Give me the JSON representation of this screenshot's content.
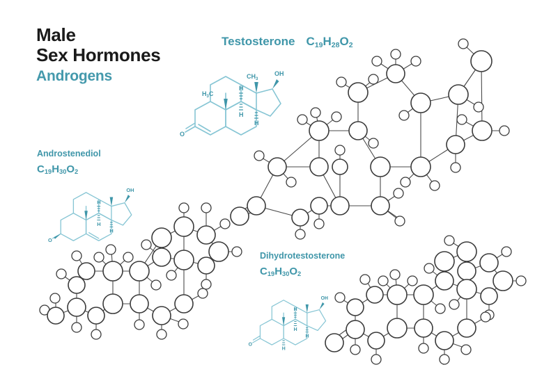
{
  "page": {
    "background_color": "#ffffff",
    "accent_color": "#3f96a9",
    "accent_light_color": "#86c5d4",
    "title_color": "#1a1a1a",
    "atom_outline_color": "#3a3a3a"
  },
  "title": {
    "line1": "Male",
    "line2": "Sex Hormones",
    "subtitle": "Androgens"
  },
  "molecules": {
    "testosterone": {
      "name": "Testosterone",
      "formula_text": "C19H28O2",
      "formula_parts": [
        {
          "symbol": "C",
          "count": "19"
        },
        {
          "symbol": "H",
          "count": "28"
        },
        {
          "symbol": "O",
          "count": "2"
        }
      ],
      "skeletal_labels": [
        "CH",
        "3",
        "OH",
        "H",
        "3",
        "C",
        "H",
        "H",
        "O"
      ],
      "atom_labels": {
        "methyl_top": "CH",
        "methyl_top_sub": "3",
        "hydroxyl": "OH",
        "methyl_left": "H",
        "methyl_left_sub": "3",
        "methyl_left_c": "C",
        "hydrogen_upper": "H",
        "hydrogen_lower_left": "H",
        "hydrogen_lower_right": "H",
        "ketone_oxygen": "O"
      }
    },
    "androstenediol": {
      "name": "Androstenediol",
      "formula_text": "C19H30O2",
      "formula_parts": [
        {
          "symbol": "C",
          "count": "19"
        },
        {
          "symbol": "H",
          "count": "30"
        },
        {
          "symbol": "O",
          "count": "2"
        }
      ],
      "atom_labels": {
        "hydroxyl": "OH",
        "hydrogen_upper": "H",
        "hydrogen_lower_left": "H",
        "hydrogen_lower_right": "H",
        "oxygen": "O"
      }
    },
    "dihydrotestosterone": {
      "name": "Dihydrotestosterone",
      "formula_text": "C19H30O2",
      "formula_parts": [
        {
          "symbol": "C",
          "count": "19"
        },
        {
          "symbol": "H",
          "count": "30"
        },
        {
          "symbol": "O",
          "count": "2"
        }
      ],
      "atom_labels": {
        "hydroxyl": "OH",
        "hydrogen_upper": "H",
        "hydrogen_mid": "H",
        "hydrogen_lower_left": "H",
        "hydrogen_lower_right": "H",
        "ketone_oxygen": "O"
      }
    }
  }
}
